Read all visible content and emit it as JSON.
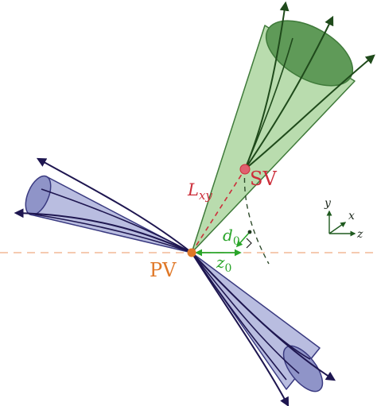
{
  "labels": {
    "pv": "PV",
    "sv": "SV",
    "lxy_main": "L",
    "lxy_sub": "xy",
    "d0_main": "d",
    "d0_sub": "0",
    "z0_main": "z",
    "z0_sub": "0",
    "axis_y": "y",
    "axis_x": "x",
    "axis_z": "z"
  },
  "colors": {
    "green_fill": "#b9dcae",
    "green_dark": "#3f7a3a",
    "green_track": "#1f4a1b",
    "blue_fill": "#b9bde0",
    "blue_dark": "#3a3a80",
    "blue_track": "#1e1650",
    "pv_orange": "#e07828",
    "sv_red": "#cc2e3a",
    "green_label": "#2aa52a",
    "beam_line": "#f2b896"
  }
}
